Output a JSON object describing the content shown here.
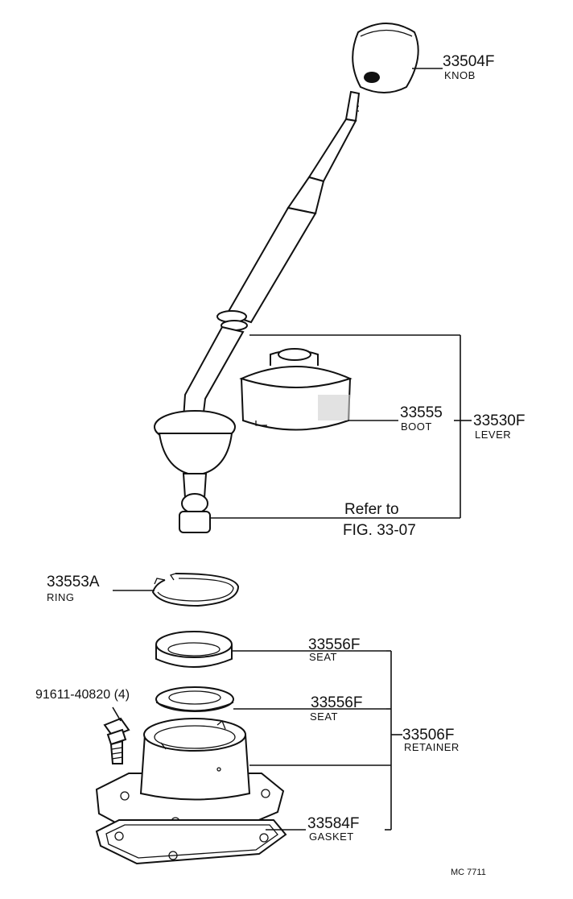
{
  "diagram": {
    "callouts": [
      {
        "id": "knob",
        "part_no": "33504F",
        "name": "KNOB"
      },
      {
        "id": "boot",
        "part_no": "33555",
        "name": "BOOT"
      },
      {
        "id": "lever",
        "part_no": "33530F",
        "name": "LEVER"
      },
      {
        "id": "ring",
        "part_no": "33553A",
        "name": "RING"
      },
      {
        "id": "seat1",
        "part_no": "33556F",
        "name": "SEAT"
      },
      {
        "id": "seat2",
        "part_no": "33556F",
        "name": "SEAT"
      },
      {
        "id": "retainer",
        "part_no": "33506F",
        "name": "RETAINER"
      },
      {
        "id": "gasket",
        "part_no": "33584F",
        "name": "GASKET"
      },
      {
        "id": "bolt",
        "part_no": "91611-40820 (4)",
        "name": ""
      }
    ],
    "refer_line1": "Refer to",
    "refer_line2": "FIG. 33-07",
    "figure_code": "MC  7711"
  }
}
